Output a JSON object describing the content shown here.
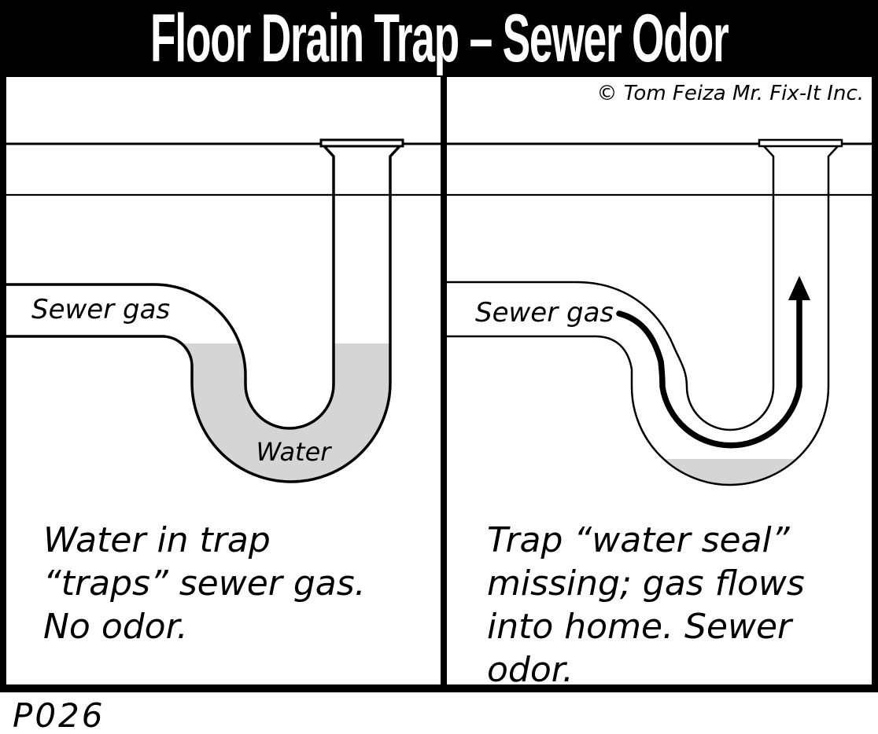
{
  "title": "Floor Drain Trap – Sewer Odor",
  "copyright": "© Tom Feiza Mr. Fix-It Inc.",
  "figure_code": "P026",
  "left_panel": {
    "pipe_label": "Sewer gas",
    "water_label": "Water",
    "caption_lines": [
      "Water in trap",
      "“traps” sewer gas.",
      "No odor."
    ]
  },
  "right_panel": {
    "pipe_label": "Sewer gas",
    "caption_lines": [
      "Trap “water seal”",
      "missing; gas flows",
      "into home. Sewer odor."
    ]
  },
  "colors": {
    "line": "#000000",
    "water": "#d5d5d5",
    "background": "#ffffff",
    "title_bar": "#000000",
    "title_text": "#ffffff"
  }
}
